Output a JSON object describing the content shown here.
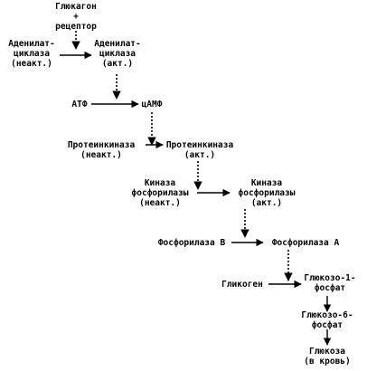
{
  "nodes": {
    "glucagon_receptor": "Глюкагон\n+\nрецептор",
    "adenylate_cyclase_inactive": "Аденилат-\nциклаза\n(неакт.)",
    "adenylate_cyclase_active": "Аденилат-\nциклаза\n(акт.)",
    "atp": "АТФ",
    "camp": "цАМФ",
    "protein_kinase_inactive": "Протеинкиназа\n(неакт.)",
    "protein_kinase_active": "Протеинкиназа\n(акт.)",
    "phosphorylase_kinase_inactive": "Киназа\nфосфорилазы\n(неакт.)",
    "phosphorylase_kinase_active": "Киназа\nфосфорилазы\n(акт.)",
    "phosphorylase_b": "Фосфорилаза В",
    "phosphorylase_a": "Фосфорилаза А",
    "glycogen": "Гликоген",
    "glucose_1_phosphate": "Глюкозо-1-\nфосфат",
    "glucose_6_phosphate": "Глюкозо-6-\nфосфат",
    "glucose": "Глюкоза\n(в кровь)"
  },
  "colors": {
    "ink": "#000000",
    "background": "#ffffff"
  }
}
